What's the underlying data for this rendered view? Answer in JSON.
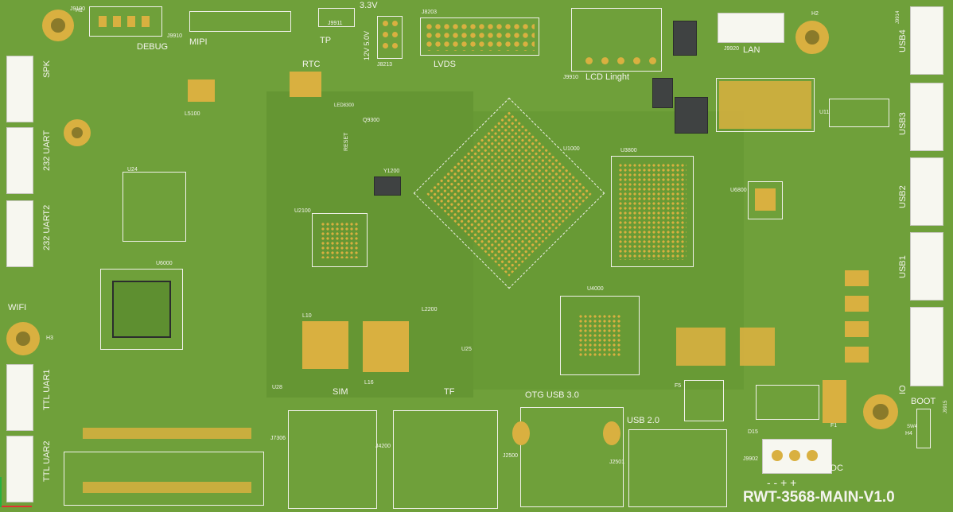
{
  "board": {
    "title": "RWT-3568-MAIN-V1.0",
    "polarity": "-  -  +  +"
  },
  "colors": {
    "board": "#6fa03a",
    "silkscreen": "#f4f4ee",
    "pad": "#d9b040",
    "component": "#3f4242"
  },
  "labels": {
    "mipi": "MIPI",
    "debug": "DEBUG",
    "rtc": "RTC",
    "tp": "TP",
    "v33": "3.3V",
    "v12v5": "12V 5.0V",
    "lvds": "LVDS",
    "lcd_light": "LCD Linght",
    "lan": "LAN",
    "sim": "SIM",
    "tf": "TF",
    "otg_usb3": "OTG USB 3.0",
    "usb2": "USB 2.0",
    "dc": "DC",
    "boot": "BOOT",
    "wifi": "WIFI",
    "io": "IO",
    "spk": "SPK",
    "uart_232": "232 UART",
    "uart_232_2": "232 UART2",
    "ttl_uart1": "TTL UAR1",
    "ttl_uart2": "TTL UAR2",
    "usb4": "USB4",
    "usb3": "USB3",
    "usb2_side": "USB2",
    "usb1": "USB1"
  },
  "refdes": {
    "j9100": "J9100",
    "j9910": "J9910",
    "j9911": "J9911",
    "j8203": "J8203",
    "j8213": "J8213",
    "j9910b": "J9910",
    "j9920": "J9920",
    "j9914": "J9914",
    "j7306": "J7306",
    "j4200": "J4200",
    "j2500": "J2500",
    "j2501": "J2501",
    "j9902": "J9902",
    "j9915": "J9915",
    "h1": "H1",
    "h2": "H2",
    "h3": "H3",
    "h4": "H4",
    "u1000": "U1000",
    "u3800": "U3800",
    "u4000": "U4000",
    "u6800": "U6800",
    "u6000": "U6000",
    "u2100": "U2100",
    "u24": "U24",
    "u11": "U11",
    "y1200": "Y1200",
    "l10": "L10",
    "l16": "L16",
    "l5100": "L5100",
    "l2200": "L2200",
    "u25": "U25",
    "u28": "U28",
    "d15": "D15",
    "f5": "F5",
    "f1": "F1",
    "q9300": "Q9300",
    "led8300": "LED8300",
    "sw4": "SW4",
    "reset": "RESET"
  }
}
